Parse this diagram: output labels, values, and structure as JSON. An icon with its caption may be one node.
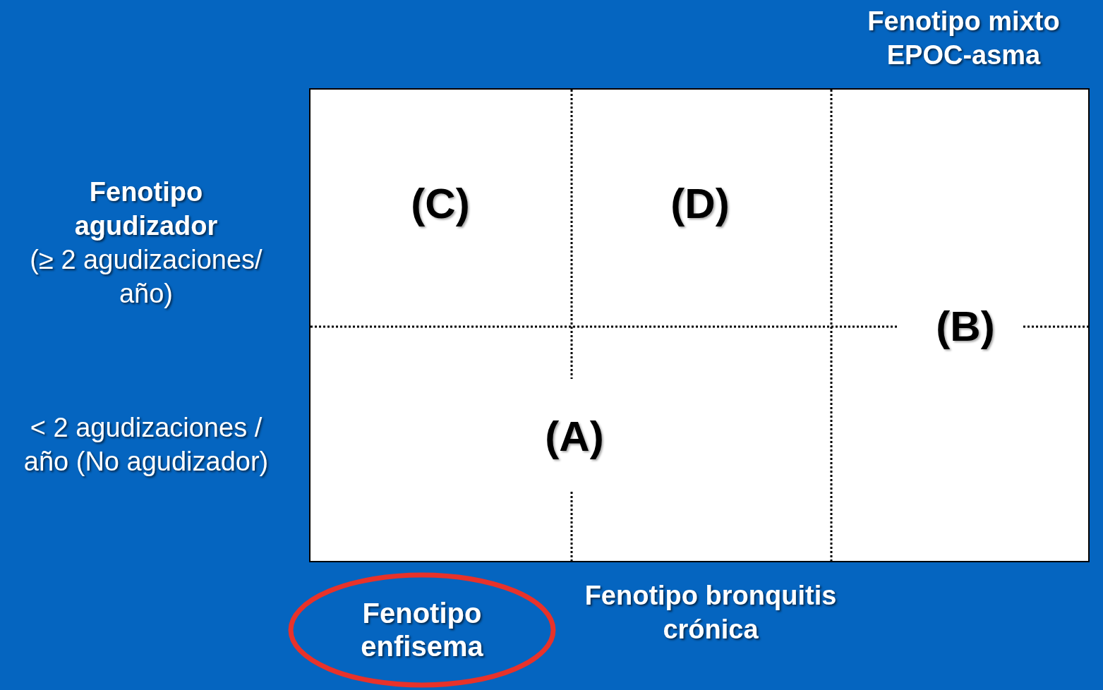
{
  "diagram": {
    "nodes": [
      {
        "text": [
          "(C)",
          "(D)",
          "(B)",
          "(A)"
        ]
      },
      {
        "text": [
          "Fenotipo enfisema"
        ]
      }
    ],
    "labels": [
      "Fenotipo mixto EPOC-asma",
      "Fenotipo agudizador",
      "(≥ 2 agudizaciones/ año)",
      "< 2 agudizaciones / año (No agudizador)",
      "Fenotipo bronquitis crónica"
    ]
  }
}
